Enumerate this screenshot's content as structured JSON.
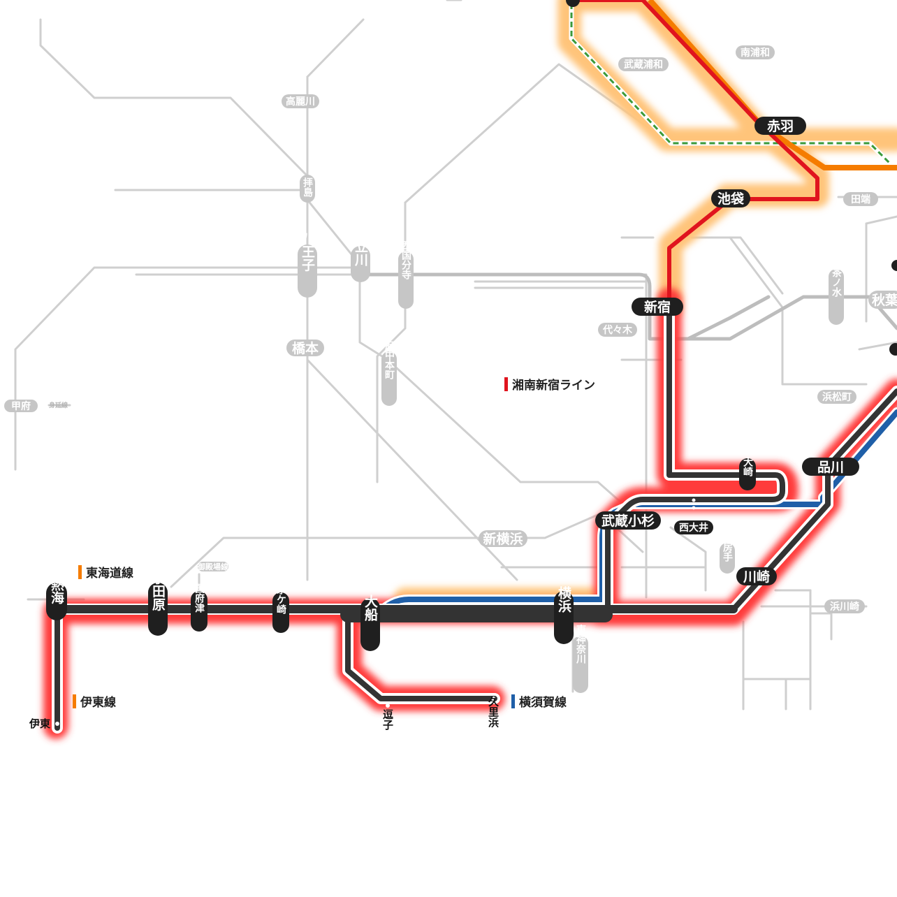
{
  "map": {
    "colors": {
      "background": "#ffffff",
      "other_lines": "#cfcfcf",
      "other_lines_dark": "#b9b9b9",
      "main_track": "#333333",
      "highlight_red": "#ff3b3b",
      "highlight_orange": "#ffc47a",
      "shonan_shinjuku": "#e0141e",
      "tokaido": "#f57c00",
      "yokosuka": "#1f5fa8",
      "takasaki_dash": "#3a9a3a",
      "station_pill": "#1f1f1f",
      "gray_pill": "#c6c6c6"
    },
    "legend": {
      "shonan_shinjuku": "湘南新宿ライン",
      "tokaido": "東海道線",
      "ito": "伊東線",
      "yokosuka": "横須賀線"
    },
    "stations_main": {
      "akabane": "赤羽",
      "ikebukuro": "池袋",
      "shinjuku": "新宿",
      "osaki": "大崎",
      "shinagawa": "品川",
      "musashikosugi": "武蔵小杉",
      "nishioi": "西大井",
      "kawasaki": "川崎",
      "yokohama": "横浜",
      "ofuna": "大船",
      "chigasaki": "茅ケ崎",
      "kozu": "国府津",
      "odawara": "小田原",
      "atami": "熱海",
      "ito": "伊東",
      "zushi": "逗子",
      "kurihama": "久里浜"
    },
    "stations_other": {
      "minamiurawa": "南浦和",
      "musashiurawa": "武蔵浦和",
      "takahagi": "高麗川",
      "haijima": "拝島",
      "hachioji": "八王子",
      "tachikawa": "立川",
      "nishikokubunji": "西国分寺",
      "hashimoto": "橋本",
      "fuchuhonmachi": "府中本町",
      "kofu": "甲府",
      "minobu": "身延線",
      "yoyogi": "代々木",
      "tabata": "田端",
      "ochanomizu": "御茶ノ水",
      "akihabara": "秋葉",
      "hamamatsucho": "浜松町",
      "shinyokohama": "新横浜",
      "gotemba": "御殿場線",
      "bomon": "房手",
      "higashikanagawa": "東神奈川",
      "hamakawasaki": "浜川崎"
    }
  }
}
